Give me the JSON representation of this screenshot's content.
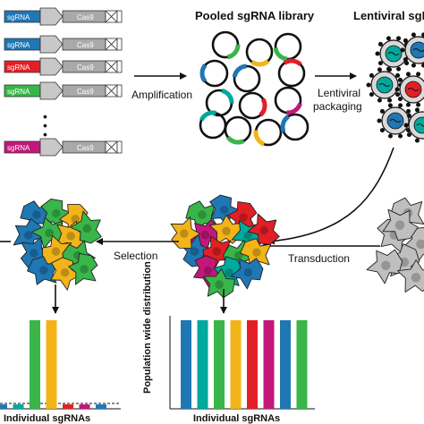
{
  "colors": {
    "sgrna": [
      "#1f77b4",
      "#f3b41a",
      "#e31f26",
      "#39b54a",
      "#00a99d",
      "#c2187a"
    ],
    "cas9_fill": "#a9a9a9",
    "arrow": "#111111",
    "cell_grey": "#bfbfbf"
  },
  "constructs": {
    "sgrna_label": "sgRNA",
    "cas9_label": "Cas9",
    "ellipsis": "•\n•\n•"
  },
  "library": {
    "title": "Pooled sgRNA library",
    "amplification_label": "Amplification"
  },
  "lentiviral": {
    "title": "Lentiviral sgR",
    "packaging_label_line1": "Lentiviral",
    "packaging_label_line2": "packaging"
  },
  "steps": {
    "transduction_label": "Transduction",
    "selection_label": "Selection"
  },
  "chart_data": [
    {
      "type": "bar",
      "title": "",
      "xlabel": "Individual sgRNAs",
      "ylabel": "Population wide distribution",
      "series": [
        {
          "values": [
            1,
            1,
            1,
            1,
            1,
            1,
            1,
            1
          ]
        }
      ],
      "colors": [
        "#1f77b4",
        "#00a99d",
        "#39b54a",
        "#f3b41a",
        "#e31f26",
        "#c2187a",
        "#1f77b4",
        "#39b54a"
      ],
      "ylim": [
        0,
        1.0
      ]
    },
    {
      "type": "bar",
      "title": "",
      "xlabel": "Individual sgRNAs",
      "ylabel": "",
      "series": [
        {
          "values": [
            0.05,
            0.05,
            1.0,
            1.0,
            0.05,
            0.05,
            0.05
          ]
        }
      ],
      "colors": [
        "#1f77b4",
        "#00a99d",
        "#39b54a",
        "#f3b41a",
        "#e31f26",
        "#c2187a",
        "#1f77b4"
      ],
      "ylim": [
        0,
        1.0
      ],
      "threshold_line": "dashed"
    }
  ]
}
